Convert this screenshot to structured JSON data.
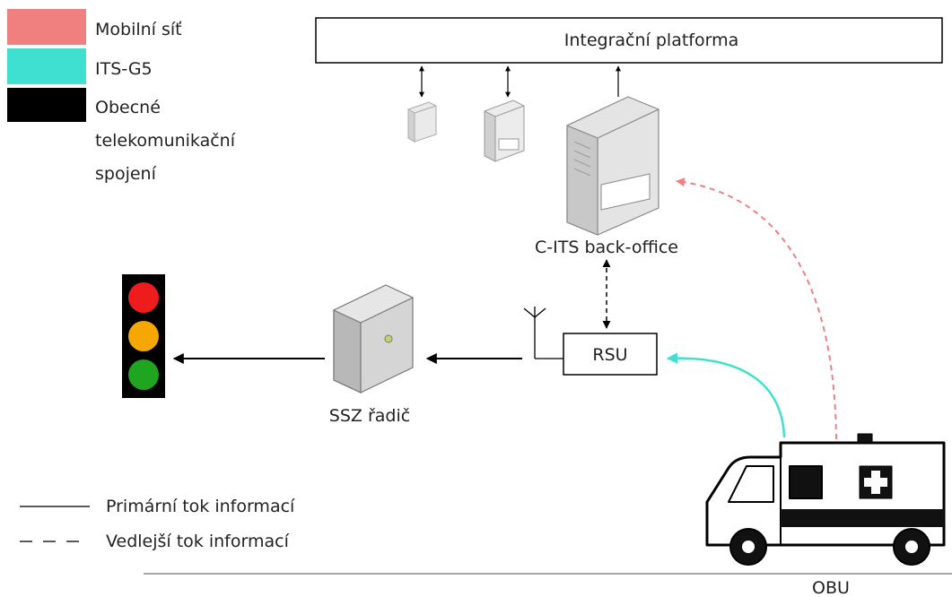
{
  "legend": {
    "items": [
      {
        "label": "Mobilní síť",
        "color": "#f08080"
      },
      {
        "label": "ITS-G5",
        "color": "#40e0d0"
      },
      {
        "label_lines": [
          "Obecné",
          "telekomunikační",
          "spojení"
        ],
        "color": "#000000"
      }
    ],
    "lines": [
      {
        "style": "solid",
        "label": "Primární tok informací"
      },
      {
        "style": "dashed",
        "label": "Vedlejší tok informací"
      }
    ]
  },
  "platform": {
    "label": "Integrační platforma"
  },
  "backoffice": {
    "label": "C-ITS back-office"
  },
  "rsu": {
    "label": "RSU"
  },
  "controller": {
    "label": "SSZ řadič"
  },
  "vehicle": {
    "label": "OBU"
  },
  "colors": {
    "mobile": "#f08080",
    "its_g5": "#40e0d0",
    "telecom": "#000000",
    "light_red": "#ee1c1c",
    "light_amber": "#f7a800",
    "light_green": "#1fa51f"
  }
}
